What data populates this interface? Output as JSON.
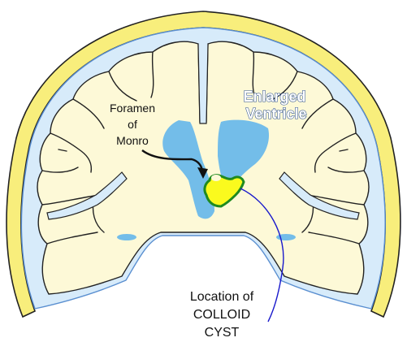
{
  "labels": {
    "foramen_line1": "Foramen",
    "foramen_line2": "of",
    "foramen_line3": "Monro",
    "ventricle_line1": "Enlarged",
    "ventricle_line2": "Ventricle",
    "cyst_line1": "Location of",
    "cyst_line2": "COLLOID",
    "cyst_line3": "CYST"
  },
  "colors": {
    "skull": "#f8ee7c",
    "csf": "#d7ebfa",
    "brain": "#fdf9d7",
    "ventricle": "#73bde9",
    "cyst_fill": "#fafa1e",
    "cyst_outline": "#1f8a1f",
    "pointer_line": "#1a1acc"
  }
}
